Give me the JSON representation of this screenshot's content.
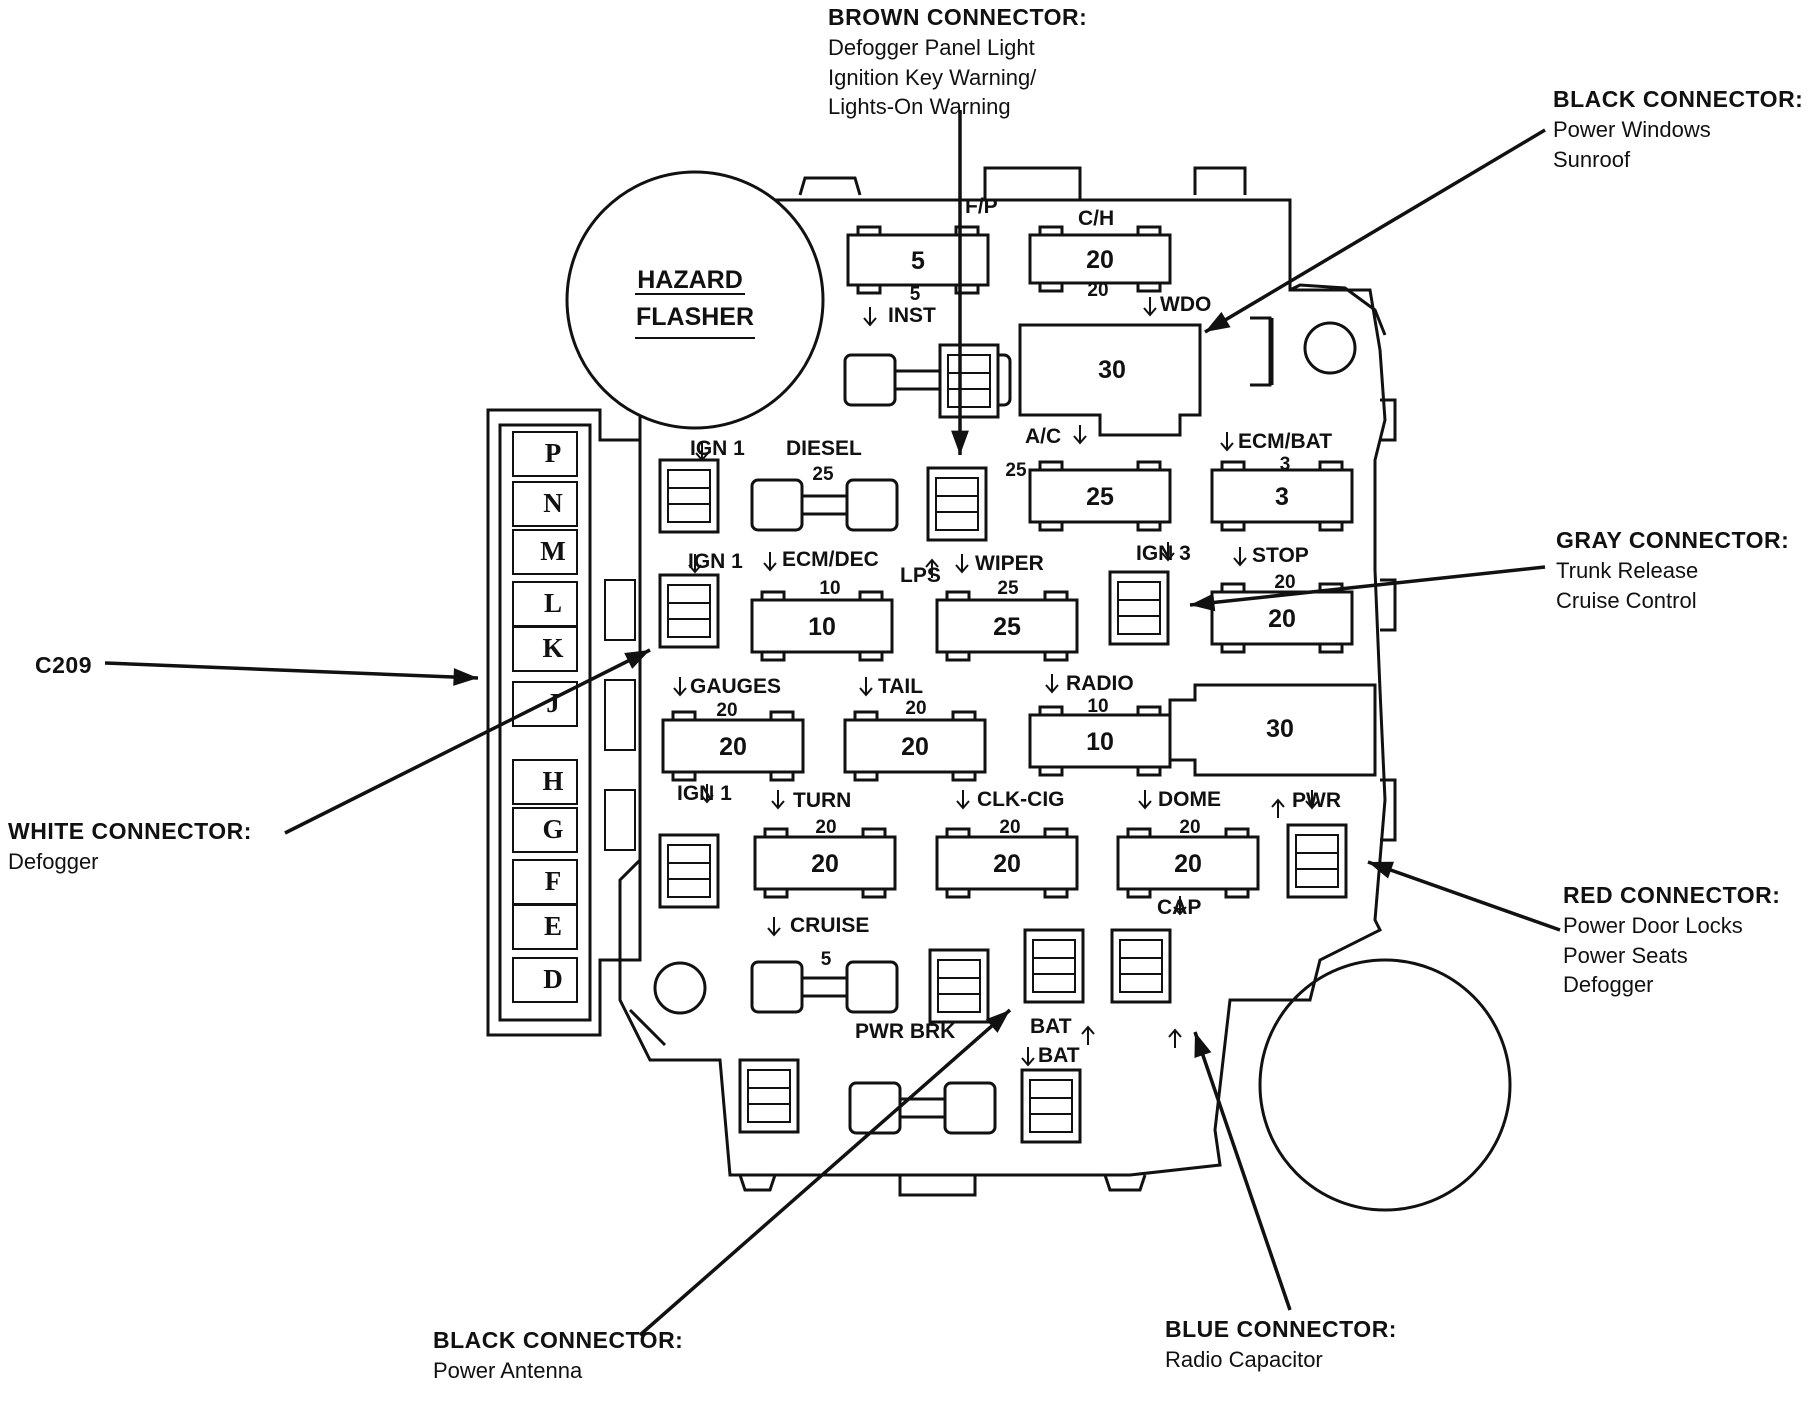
{
  "hazard_flasher": [
    "HAZARD",
    "FLASHER"
  ],
  "connector_letters": [
    "P",
    "N",
    "M",
    "L",
    "K",
    "J",
    "H",
    "G",
    "F",
    "E",
    "D"
  ],
  "callouts": {
    "brown": {
      "title": "BROWN CONNECTOR:",
      "lines": [
        "Defogger Panel Light",
        "Ignition Key Warning/",
        "Lights-On Warning"
      ]
    },
    "black_top": {
      "title": "BLACK CONNECTOR:",
      "lines": [
        "Power Windows",
        "Sunroof"
      ]
    },
    "gray": {
      "title": "GRAY CONNECTOR:",
      "lines": [
        "Trunk Release",
        "Cruise Control"
      ]
    },
    "c209": {
      "title": "C209",
      "lines": []
    },
    "white": {
      "title": "WHITE CONNECTOR:",
      "lines": [
        "Defogger"
      ]
    },
    "red": {
      "title": "RED CONNECTOR:",
      "lines": [
        "Power Door Locks",
        "Power Seats",
        "Defogger"
      ]
    },
    "black_bottom": {
      "title": "BLACK CONNECTOR:",
      "lines": [
        "Power Antenna"
      ]
    },
    "blue": {
      "title": "BLUE CONNECTOR:",
      "lines": [
        "Radio Capacitor"
      ]
    }
  },
  "fuse_labels": {
    "fp": "F/P",
    "ch": "C/H",
    "inst": "INST",
    "wdo": "WDO",
    "ac": "A/C",
    "ecm_bat": "ECM/BAT",
    "ign1_a": "IGN 1",
    "diesel": "DIESEL",
    "lps": "LPS",
    "ign1_b": "IGN 1",
    "ecm_dec": "ECM/DEC",
    "wiper": "WIPER",
    "ign3": "IGN 3",
    "stop": "STOP",
    "gauges": "GAUGES",
    "tail": "TAIL",
    "radio": "RADIO",
    "ign1_c": "IGN 1",
    "turn": "TURN",
    "clk_cig": "CLK-CIG",
    "dome": "DOME",
    "pwr": "PWR",
    "cruise": "CRUISE",
    "cap": "CAP",
    "pwr_brk": "PWR BRK",
    "bat_a": "BAT",
    "bat_b": "BAT"
  },
  "fuse_values": {
    "fp_top": "5",
    "fp_below": "5",
    "ch_top": "20",
    "ch_below": "20",
    "wdo_breaker": "30",
    "diesel": "25",
    "lps": "25",
    "ac": "25",
    "ecm_bat_above": "3",
    "ecm_bat": "3",
    "ecm_dec_above": "10",
    "ecm_dec": "10",
    "wiper_above": "25",
    "wiper": "25",
    "stop_above": "20",
    "stop": "20",
    "gauges_above": "20",
    "gauges": "20",
    "tail_above": "20",
    "tail": "20",
    "radio_above": "10",
    "radio": "10",
    "breaker2": "30",
    "turn_above": "20",
    "turn": "20",
    "clk_cig_above": "20",
    "clk_cig": "20",
    "dome_above": "20",
    "dome": "20",
    "cruise": "5"
  }
}
